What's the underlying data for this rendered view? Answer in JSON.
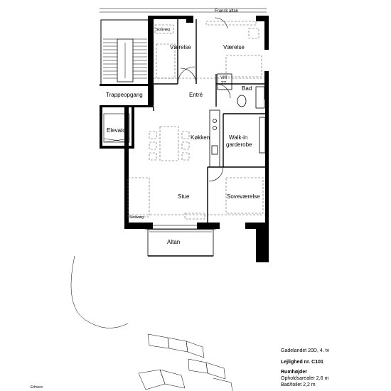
{
  "plan": {
    "labels": {
      "fransk_altan": "Fransk altan",
      "skraavaeg_top": "Skråvæg",
      "vaerelse_1": "Værelse",
      "vaerelse_2": "Værelse",
      "vm": "VM",
      "tt": "TT",
      "bad": "Bad",
      "entre": "Entré",
      "trappeopgang": "Trappeopgang",
      "elevator": "Elevator",
      "koekken": "Køkken",
      "walk_in_1": "Walk-in",
      "walk_in_2": "garderobe",
      "stue": "Stue",
      "soevevaerelse": "Soveværelse",
      "skraavaeg_bottom": "Skråvæg",
      "altan": "Altan",
      "erhverv": "Erhverv"
    }
  },
  "info": {
    "address": "Gadelandet 20D, 4. tv",
    "apartment": "Lejlighed nr. C101",
    "heights_title": "Rumhøjder",
    "line1": "Opholdsarealer 2,6 m",
    "line2": "Bad/toilet 2,2 m"
  }
}
